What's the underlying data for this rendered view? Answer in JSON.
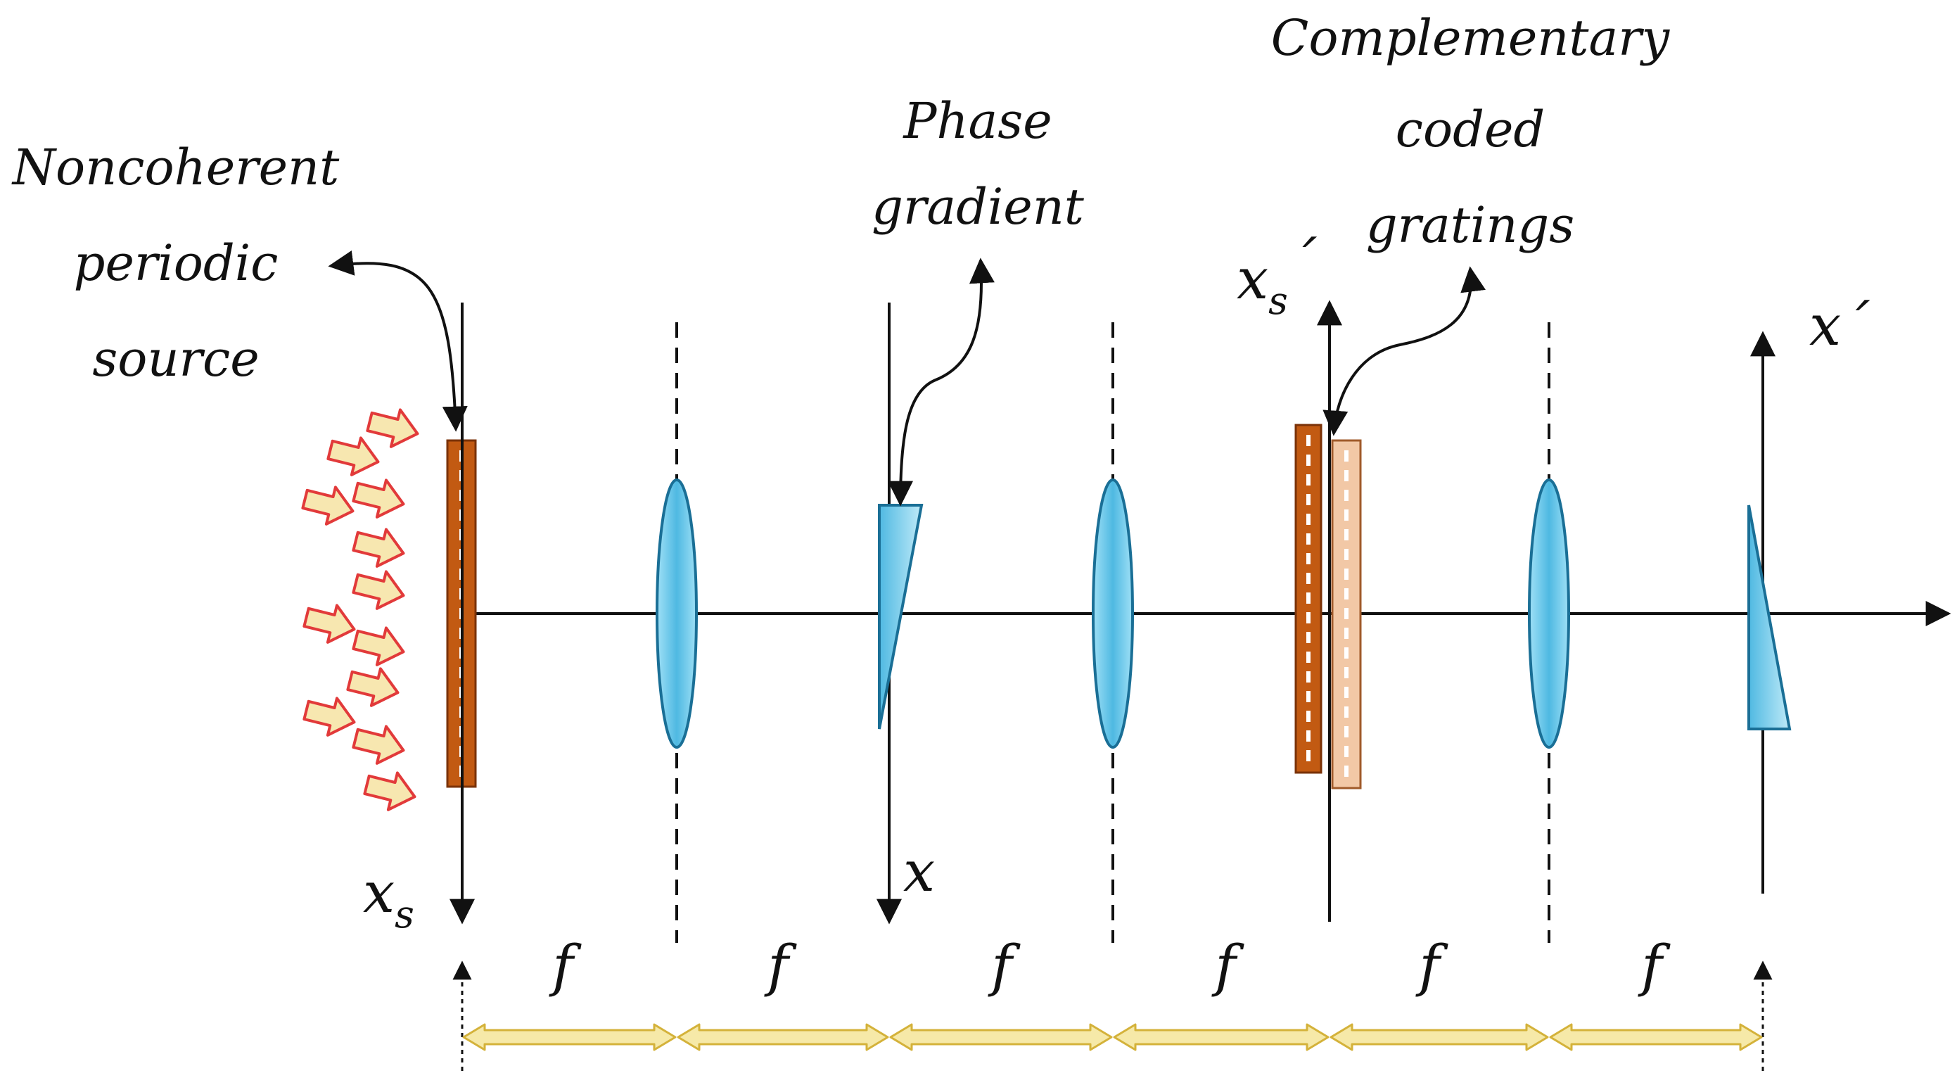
{
  "labels": {
    "source": [
      "Noncoherent",
      "periodic",
      "source"
    ],
    "phase": [
      "Phase",
      "gradient"
    ],
    "gratings": [
      "Complementary",
      "coded",
      "gratings"
    ]
  },
  "axes": {
    "xs_base": "x",
    "xs_sub": "s",
    "x": "x",
    "xsp_base": "x",
    "xsp_sub": "s",
    "xsp_prime": "´",
    "xp": "x´"
  },
  "focal": [
    "f",
    "f",
    "f",
    "f",
    "f",
    "f"
  ],
  "colors": {
    "line": "#111111",
    "lens": "#5fc3e8",
    "lens_edge": "#1a6f96",
    "grating": "#c25a12",
    "grating_light": "#f2c8a6",
    "arrow_fill": "#f7e7b0",
    "arrow_edge": "#e23a3a",
    "span_fill": "#f6e9a8",
    "span_edge": "#d4b23a"
  }
}
